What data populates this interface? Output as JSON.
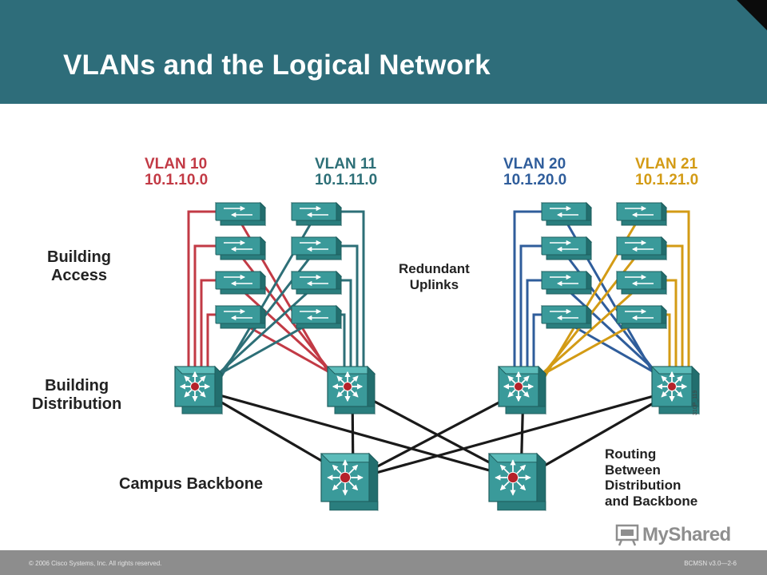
{
  "slide": {
    "title": "VLANs and the Logical Network",
    "copyright": "© 2006 Cisco Systems, Inc. All rights reserved.",
    "course": "BCMSN v3.0—2-6",
    "figure_code": "310P_119"
  },
  "vlans": [
    {
      "name": "VLAN 10",
      "subnet": "10.1.10.0",
      "color": "#c23a45"
    },
    {
      "name": "VLAN 11",
      "subnet": "10.1.11.0",
      "color": "#2d6f77"
    },
    {
      "name": "VLAN 20",
      "subnet": "10.1.20.0",
      "color": "#2f5d9b"
    },
    {
      "name": "VLAN 21",
      "subnet": "10.1.21.0",
      "color": "#d39b15"
    }
  ],
  "layers": {
    "access": "Building\nAccess",
    "distribution": "Building\nDistribution",
    "backbone": "Campus Backbone"
  },
  "notes": {
    "redundant": "Redundant\nUplinks",
    "routing": "Routing\nBetween\nDistribution\nand Backbone"
  },
  "logo": {
    "text": "MyShared"
  },
  "colors": {
    "header": "#2e6d7a",
    "switch": "#3a9a9a",
    "link": "#1a1a1a"
  }
}
